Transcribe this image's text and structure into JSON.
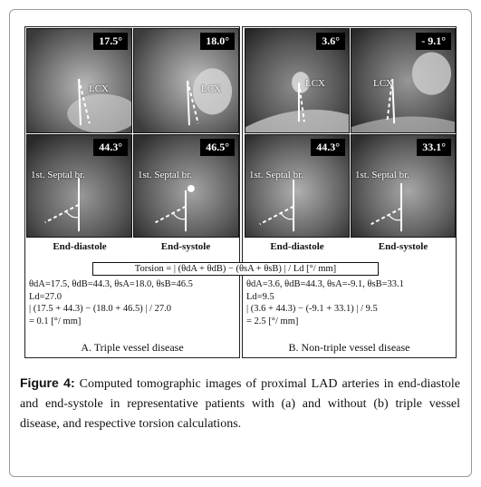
{
  "panels": [
    {
      "title": "A. Triple  vessel disease",
      "images": [
        {
          "angle": "17.5°",
          "label": "LCX"
        },
        {
          "angle": "18.0°",
          "label": "LCX"
        },
        {
          "angle": "44.3°",
          "label": "1st. Septal br."
        },
        {
          "angle": "46.5°",
          "label": "1st. Septal br."
        }
      ],
      "phases": [
        "End-diastole",
        "End-systole"
      ],
      "calc_lines": [
        "θdA=17.5,  θdB=44.3,  θsA=18.0,  θsB=46.5",
        "Ld=27.0",
        "| (17.5 + 44.3)  − (18.0 + 46.5) |  /  27.0",
        "= 0.1  [°/ mm]"
      ]
    },
    {
      "title": "B. Non-triple  vessel disease",
      "images": [
        {
          "angle": "3.6°",
          "label": "LCX"
        },
        {
          "angle": "- 9.1°",
          "label": "LCX"
        },
        {
          "angle": "44.3°",
          "label": "1st. Septal br."
        },
        {
          "angle": "33.1°",
          "label": "1st. Septal br."
        }
      ],
      "phases": [
        "End-diastole",
        "End-systole"
      ],
      "calc_lines": [
        "θdA=3.6,  θdB=44.3,  θsA=-9.1,  θsB=33.1",
        "Ld=9.5",
        "| (3.6 + 44.3)  − (-9.1 + 33.1) |  /   9.5",
        "= 2.5  [°/ mm]"
      ]
    }
  ],
  "formula": "Torsion = | (θdA + θdB) − (θsA + θsB) | / Ld  [°/ mm]",
  "caption": {
    "label": "Figure 4:",
    "text": " Computed tomographic images of proximal LAD arteries in end-diastole and end-systole in representative patients with (a) and without (b) triple vessel disease, and respective torsion calculations."
  }
}
